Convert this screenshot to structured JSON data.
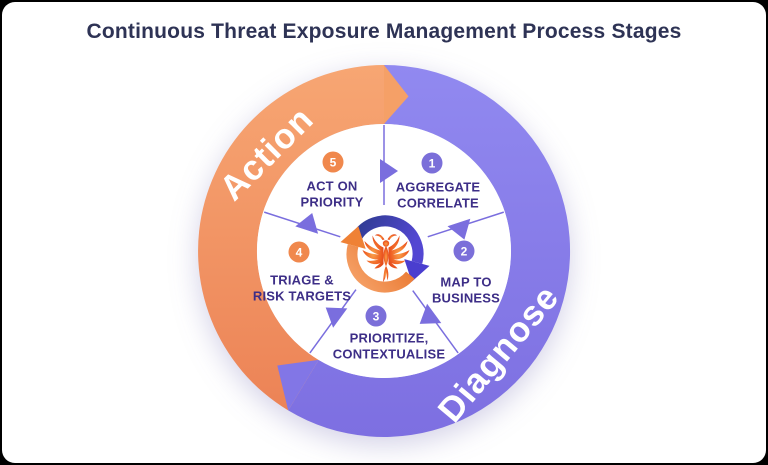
{
  "title": "Continuous Threat Exposure Management Process Stages",
  "ring": {
    "action_label": "Action",
    "diagnose_label": "Diagnose",
    "action_color_top": "#F6A470",
    "action_color_bottom": "#EC8558",
    "diagnose_color_top": "#8F88EF",
    "diagnose_color_bottom": "#7E70E1",
    "flow_direction": "clockwise"
  },
  "stages": [
    {
      "number": "1",
      "line1": "AGGREGATE",
      "line2": "CORRELATE",
      "badge_color": "#7b6fd9"
    },
    {
      "number": "2",
      "line1": "MAP TO",
      "line2": "BUSINESS",
      "badge_color": "#7b6fd9"
    },
    {
      "number": "3",
      "line1": "PRIORITIZE,",
      "line2": "CONTEXTUALISE",
      "badge_color": "#7b6fd9"
    },
    {
      "number": "4",
      "line1": "TRIAGE &",
      "line2": "RISK TARGETS",
      "badge_color": "#f0884d"
    },
    {
      "number": "5",
      "line1": "ACT ON",
      "line2": "PRIORITY",
      "badge_color": "#f0884d"
    }
  ],
  "center": {
    "icon": "phoenix-logo",
    "cycle_arrow_blue": "#4a3ecf",
    "cycle_arrow_orange": "#ef8135"
  },
  "colors": {
    "title_text": "#2e3355",
    "stage_label_text": "#3d2e87",
    "divider_purple": "#7a6ede",
    "card_background": "#ffffff",
    "page_background": "#000000"
  }
}
